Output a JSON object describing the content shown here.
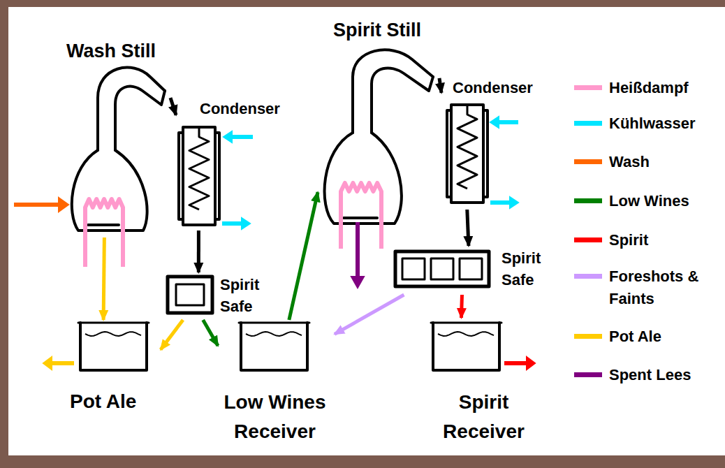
{
  "diagram": {
    "nodes": [
      {
        "text": [
          "Wash Still"
        ]
      },
      {
        "text": [
          "Condenser"
        ]
      },
      {
        "text": [
          "Spirit Safe"
        ]
      },
      {
        "text": [
          "Pot Ale"
        ]
      },
      {
        "text": [
          "Low Wines Receiver"
        ]
      },
      {
        "text": [
          "Spirit Still"
        ]
      },
      {
        "text": [
          "Condenser"
        ]
      },
      {
        "text": [
          "Spirit Safe"
        ]
      },
      {
        "text": [
          "Spirit Receiver"
        ]
      }
    ],
    "edges": [
      {
        "from": 0,
        "to": 1,
        "arrow": "to"
      },
      {
        "from": 1,
        "to": 2,
        "arrow": "to"
      },
      {
        "from": 0,
        "to": 3,
        "arrow": "to"
      },
      {
        "from": 2,
        "to": 3,
        "arrow": "to"
      },
      {
        "from": 2,
        "to": 4,
        "arrow": "to"
      },
      {
        "from": 4,
        "to": 5,
        "arrow": "to"
      },
      {
        "from": 5,
        "to": 6,
        "arrow": "to"
      },
      {
        "from": 6,
        "to": 7,
        "arrow": "to"
      },
      {
        "from": 7,
        "to": 4,
        "arrow": "to"
      },
      {
        "from": 7,
        "to": 8,
        "arrow": "to"
      }
    ],
    "legend": [
      {
        "text": "Heißdampf",
        "color": "#ff99cc"
      },
      {
        "text": "Kühlwasser",
        "color": "#00e5ff"
      },
      {
        "text": "Wash",
        "color": "#ff6600"
      },
      {
        "text": "Low Wines",
        "color": "#008000"
      },
      {
        "text": "Spirit",
        "color": "#ff0000"
      },
      {
        "text": "Foreshots & Faints",
        "color": "#cc99ff"
      },
      {
        "text": "Pot Ale",
        "color": "#ffcc00"
      },
      {
        "text": "Spent Lees",
        "color": "#800080"
      }
    ]
  }
}
